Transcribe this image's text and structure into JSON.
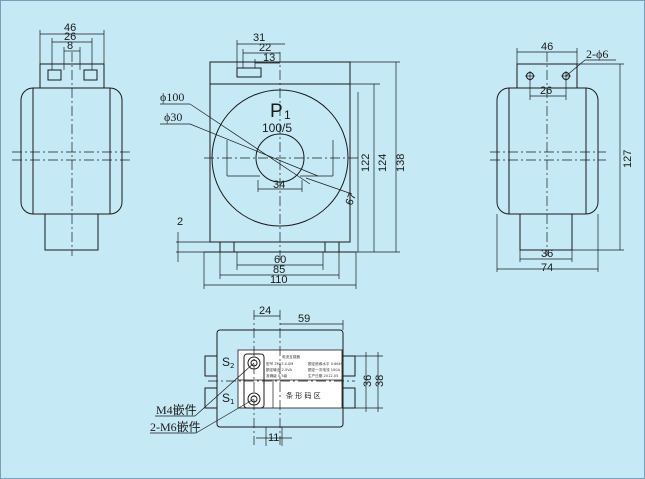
{
  "dims": {
    "left_46": "46",
    "left_26": "26",
    "left_8": "8",
    "front_31": "31",
    "front_22": "22",
    "front_13": "13",
    "front_phi100": "ϕ100",
    "front_phi30": "ϕ30",
    "front_p": "P",
    "front_p_sub": "1",
    "front_ratio": "100/5",
    "front_34": "34",
    "front_67": "67",
    "front_122": "122",
    "front_124": "124",
    "front_138": "138",
    "front_2": "2",
    "front_60": "60",
    "front_85": "85",
    "front_110": "110",
    "right_46": "46",
    "right_2phi6": "2-ϕ6",
    "right_26": "26",
    "right_127": "127",
    "right_36": "36",
    "right_74": "74",
    "bot_24": "24",
    "bot_59": "59",
    "bot_36": "36",
    "bot_38": "38",
    "bot_11": "11",
    "bot_s2": "S",
    "bot_s2_sub": "2",
    "bot_s1": "S",
    "bot_s1_sub": "1",
    "bot_barcode": "条 形 码 区",
    "bot_m4": "M4嵌件",
    "bot_m6": "2-M6嵌件"
  },
  "colors": {
    "background": "#c5eaf6",
    "line": "#1a1a1a",
    "plate": "#ffffff"
  }
}
